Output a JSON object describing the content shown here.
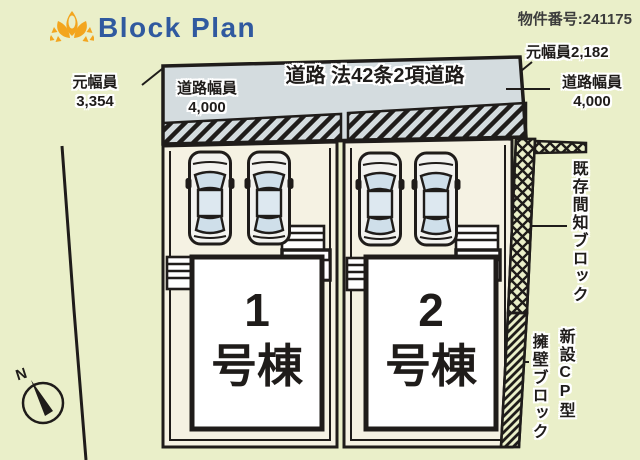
{
  "header": {
    "logo_icon": "lotus-flower",
    "title": "Block Plan",
    "property_number": "物件番号:241175"
  },
  "road": {
    "title": "道路 法42条2項道路",
    "width_left": {
      "label": "道路幅員",
      "value": "4,000"
    },
    "original_width_left": {
      "label": "元幅員",
      "value": "3,354"
    },
    "original_width_right": "元幅員2,182",
    "width_right": {
      "label": "道路幅員",
      "value": "4,000"
    }
  },
  "walls": {
    "existing": "既存間知ブロック",
    "new": {
      "line1": "新設CP型",
      "line2": "擁壁ブロック"
    }
  },
  "lots": [
    {
      "number": "1",
      "suffix": "号棟",
      "cars": 2
    },
    {
      "number": "2",
      "suffix": "号棟",
      "cars": 2
    }
  ],
  "compass": {
    "north": "N"
  },
  "colors": {
    "background": "#eaefc9",
    "road_surface": "#d4dcdf",
    "lot_ground": "#f5f2e3",
    "line": "#1f1c1a",
    "brand_blue": "#30599f",
    "logo_orange": "#f3a51e",
    "car_window": "#cfdfea"
  }
}
